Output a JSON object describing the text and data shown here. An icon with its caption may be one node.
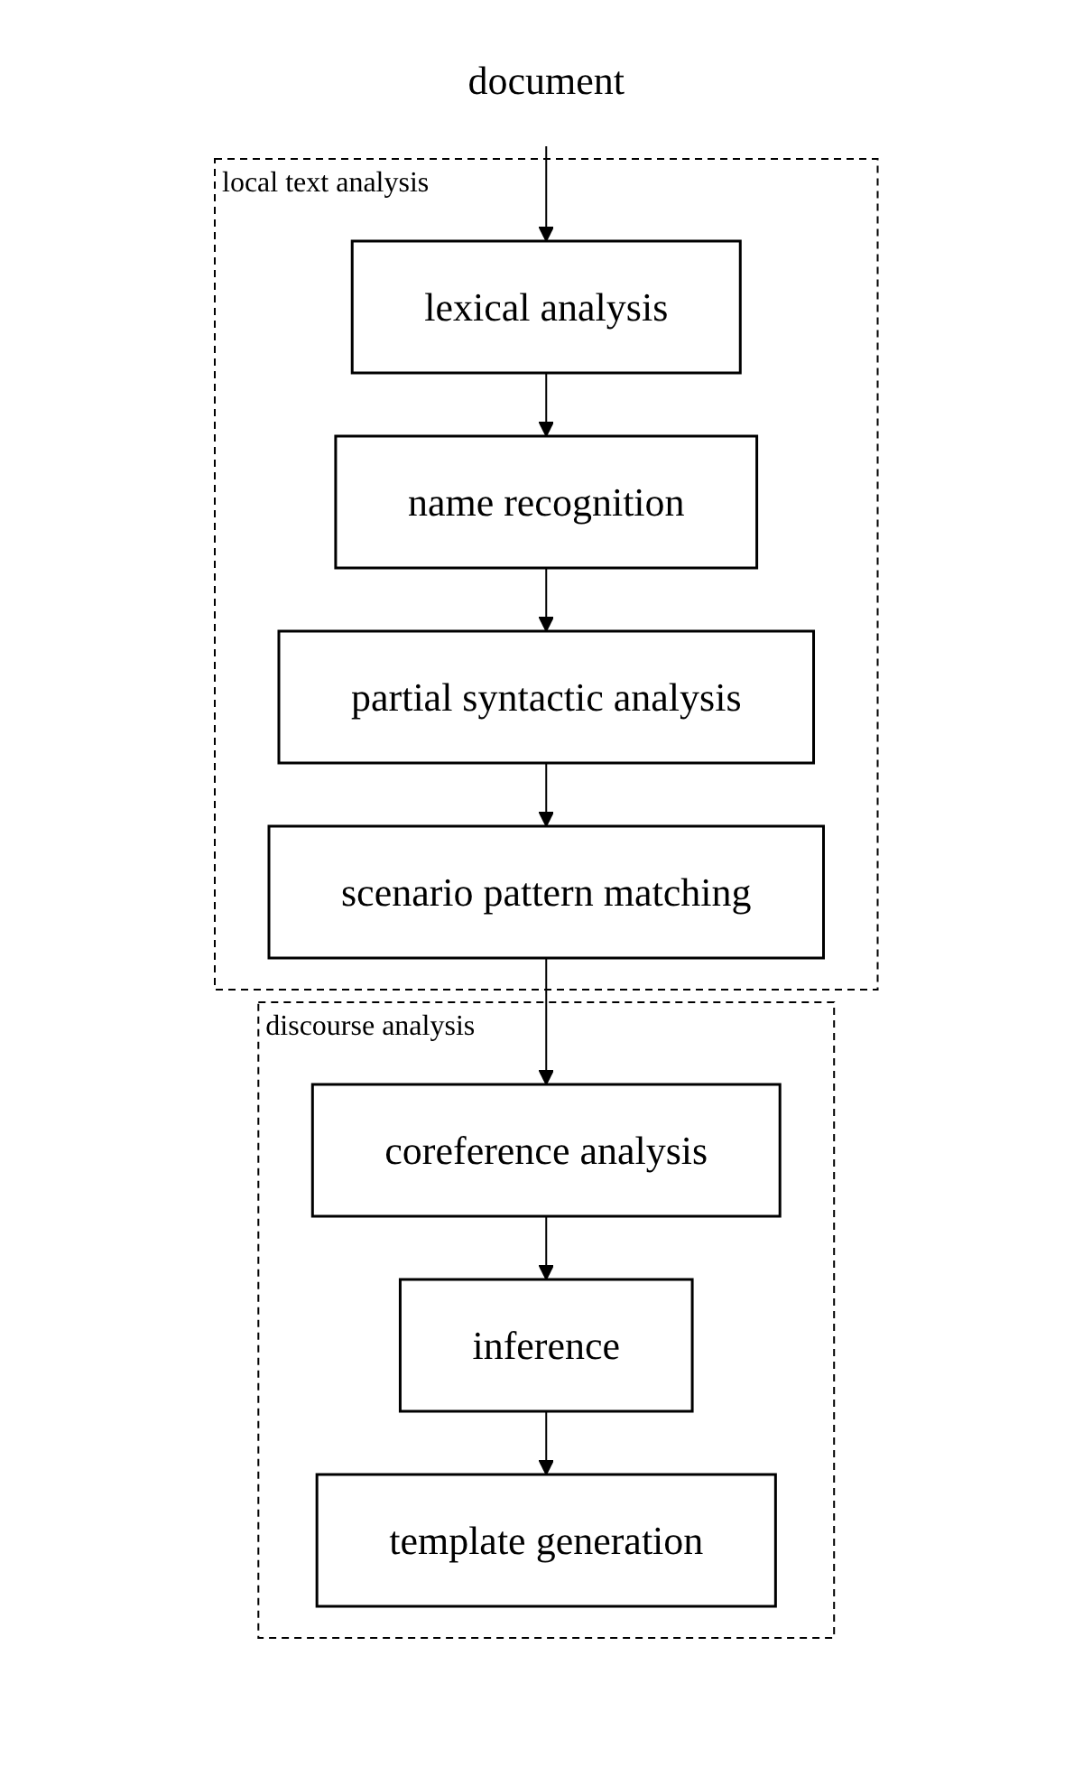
{
  "diagram": {
    "nodes": [
      {
        "text": [
          "document"
        ]
      },
      {
        "text": [
          "local text analysis"
        ]
      },
      {
        "text": [
          "lexical analysis"
        ],
        "in": 1
      },
      {
        "text": [
          "name recognition"
        ],
        "in": 1
      },
      {
        "text": [
          "partial syntactic analysis"
        ],
        "in": 1
      },
      {
        "text": [
          "scenario pattern matching"
        ],
        "in": 1
      },
      {
        "text": [
          "discourse analysis"
        ]
      },
      {
        "text": [
          "coreference analysis"
        ],
        "in": 6
      },
      {
        "text": [
          "inference"
        ],
        "in": 6
      },
      {
        "text": [
          "template generation"
        ],
        "in": 6
      }
    ],
    "edges": [
      {
        "from": 0,
        "to": 2,
        "arrow": "to"
      },
      {
        "from": 2,
        "to": 3,
        "arrow": "to"
      },
      {
        "from": 3,
        "to": 4,
        "arrow": "to"
      },
      {
        "from": 4,
        "to": 5,
        "arrow": "to"
      },
      {
        "from": 5,
        "to": 7,
        "arrow": "to"
      },
      {
        "from": 7,
        "to": 8,
        "arrow": "to"
      },
      {
        "from": 8,
        "to": 9,
        "arrow": "to"
      }
    ]
  }
}
